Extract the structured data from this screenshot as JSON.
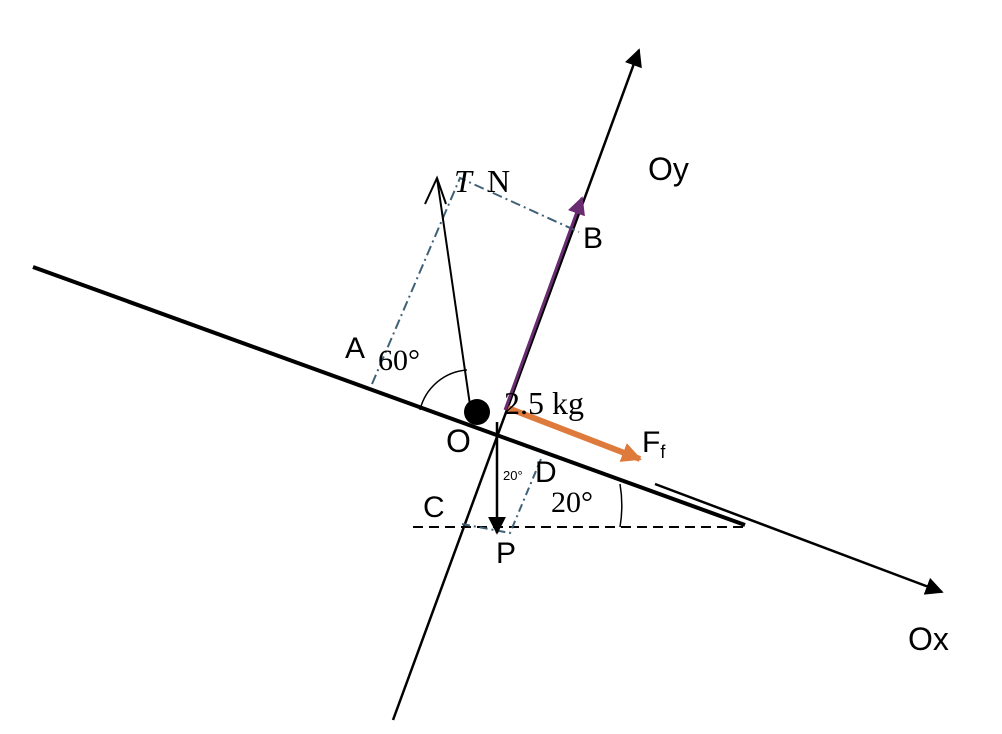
{
  "labels": {
    "oy": "Oy",
    "ox": "Ox",
    "t": "T",
    "n": "N",
    "a": "A",
    "b": "B",
    "c": "C",
    "d": "D",
    "o": "O",
    "p": "P",
    "ff_main": "F",
    "ff_sub": "f",
    "mass": "2.5 kg",
    "angle_60": "60°",
    "angle_20": "20°",
    "angle_20_small": "20°"
  },
  "colors": {
    "line": "#000000",
    "dashdot": "#3f6177",
    "normal_force": "#6a2c70",
    "friction": "#de7a3b"
  }
}
